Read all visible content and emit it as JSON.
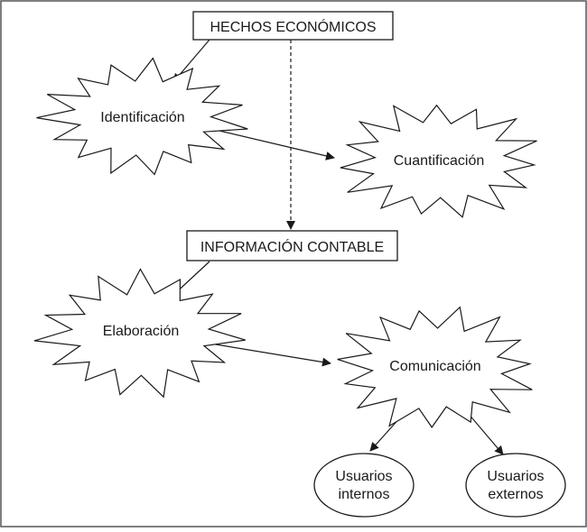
{
  "nodes": {
    "hechos": "HECHOS ECONÓMICOS",
    "identificacion": "Identificación",
    "cuantificacion": "Cuantificación",
    "informacion": "INFORMACIÓN CONTABLE",
    "elaboracion": "Elaboración",
    "comunicacion": "Comunicación",
    "usuarios_internos": [
      "Usuarios",
      "internos"
    ],
    "usuarios_externos": [
      "Usuarios",
      "externos"
    ]
  },
  "colors": {
    "stroke": "#1a1a1a",
    "fill": "#ffffff",
    "frame": "#555555"
  }
}
